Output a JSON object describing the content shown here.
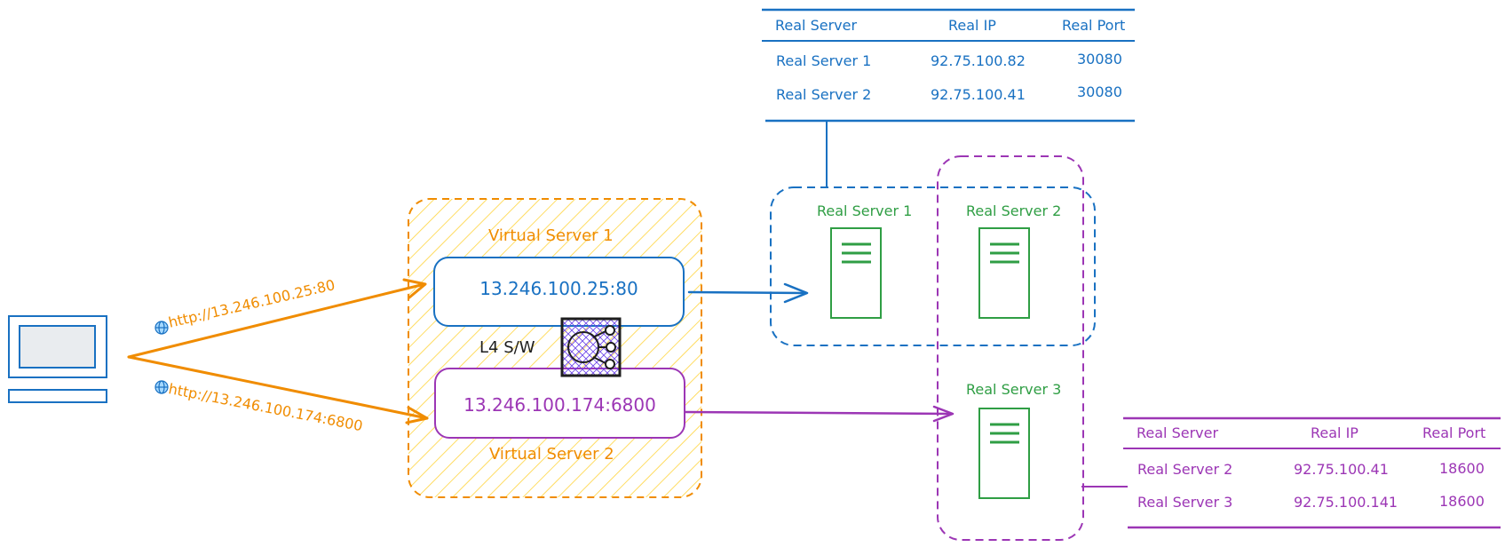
{
  "colors": {
    "blue": "#1971c2",
    "orange": "#f08c00",
    "purple": "#9c36b5",
    "green": "#2f9e44",
    "black": "#1e1e1e",
    "hatch": "#ffd43b"
  },
  "icons": {
    "client": "desktop-computer-icon",
    "switch": "l4-switch-icon",
    "server": "server-rack-icon",
    "globe": "globe-icon"
  },
  "client": {
    "url1": "http://13.246.100.25:80",
    "url2": "http://13.246.100.174:6800"
  },
  "switch": {
    "label": "L4 S/W"
  },
  "virtual_servers": [
    {
      "title": "Virtual Server 1",
      "address": "13.246.100.25:80"
    },
    {
      "title": "Virtual Server 2",
      "address": "13.246.100.174:6800"
    }
  ],
  "real_servers": [
    {
      "label": "Real Server 1"
    },
    {
      "label": "Real Server 2"
    },
    {
      "label": "Real Server 3"
    }
  ],
  "table1": {
    "headers": [
      "Real Server",
      "Real IP",
      "Real Port"
    ],
    "rows": [
      [
        "Real Server 1",
        "92.75.100.82",
        "30080"
      ],
      [
        "Real Server 2",
        "92.75.100.41",
        "30080"
      ]
    ]
  },
  "table2": {
    "headers": [
      "Real Server",
      "Real IP",
      "Real Port"
    ],
    "rows": [
      [
        "Real Server 2",
        "92.75.100.41",
        "18600"
      ],
      [
        "Real Server 3",
        "92.75.100.141",
        "18600"
      ]
    ]
  }
}
